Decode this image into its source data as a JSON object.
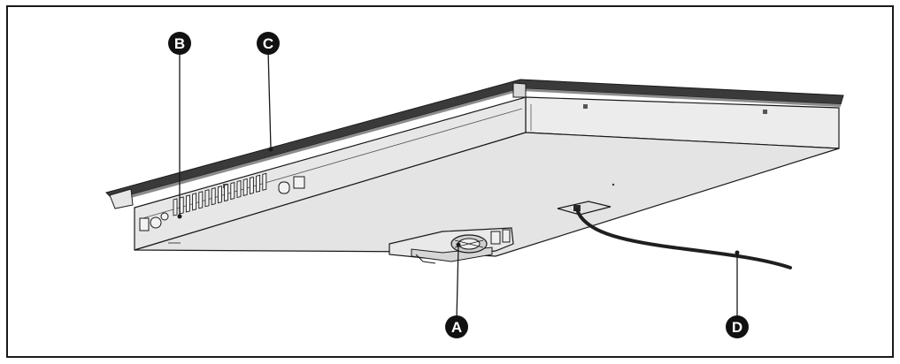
{
  "callouts": {
    "A": {
      "letter": "A"
    },
    "B": {
      "letter": "B"
    },
    "C": {
      "letter": "C"
    },
    "D": {
      "letter": "D"
    }
  }
}
